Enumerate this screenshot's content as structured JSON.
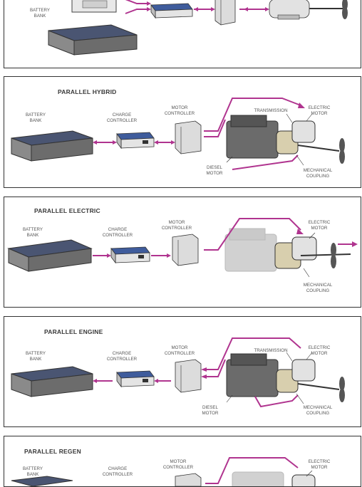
{
  "colors": {
    "arrow": "#b0348f",
    "battery_top": "#4a5572",
    "box": "#dcdcdc",
    "outline": "#333333"
  },
  "panel0": {
    "title": "",
    "labels": {
      "battery": "BATTERY BANK"
    }
  },
  "panel1": {
    "title": "PARALLEL HYBRID",
    "labels": {
      "battery": "BATTERY BANK",
      "charge": "CHARGE CONTROLLER",
      "motor_ctrl": "MOTOR CONTROLLER",
      "transmission": "TRANSMISSION",
      "electric_motor": "ELECTRIC MOTOR",
      "diesel": "DIESEL MOTOR",
      "coupling": "MECHANICAL COUPLING"
    }
  },
  "panel2": {
    "title": "PARALLEL ELECTRIC",
    "labels": {
      "battery": "BATTERY BANK",
      "charge": "CHARGE CONTROLLER",
      "motor_ctrl": "MOTOR CONTROLLER",
      "electric_motor": "ELECTRIC MOTOR",
      "coupling": "MECHANICAL COUPLING"
    }
  },
  "panel3": {
    "title": "PARALLEL ENGINE",
    "labels": {
      "battery": "BATTERY BANK",
      "charge": "CHARGE CONTROLLER",
      "motor_ctrl": "MOTOR CONTROLLER",
      "transmission": "TRANSMISSION",
      "electric_motor": "ELECTRIC MOTOR",
      "diesel": "DIESEL MOTOR",
      "coupling": "MECHANICAL COUPLING"
    }
  },
  "panel4": {
    "title": "PARALLEL REGEN",
    "labels": {
      "battery": "BATTERY BANK",
      "charge": "CHARGE CONTROLLER",
      "motor_ctrl": "MOTOR CONTROLLER",
      "electric_motor": "ELECTRIC MOTOR"
    }
  }
}
